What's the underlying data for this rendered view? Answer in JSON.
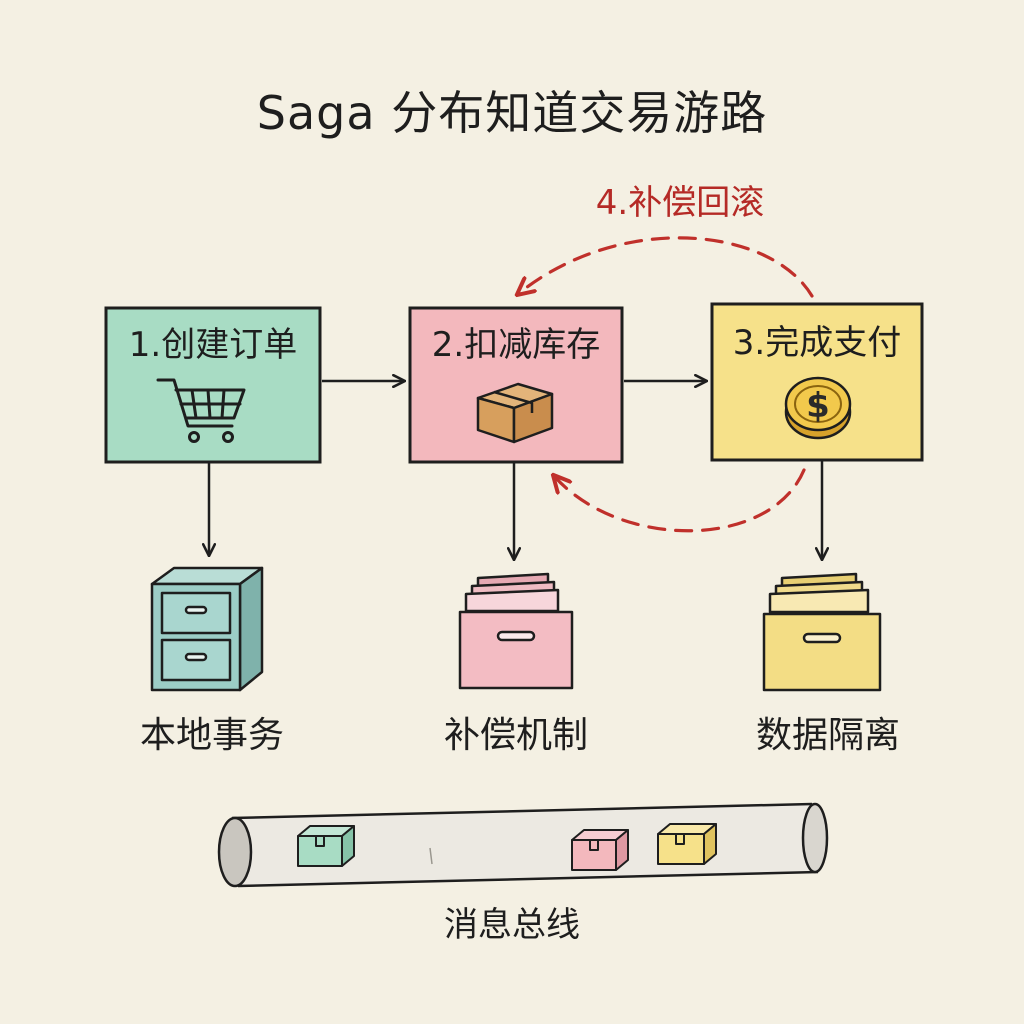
{
  "title": "Saga 分布知道交易游路",
  "rollback": {
    "label": "4.补偿回滚"
  },
  "steps": [
    {
      "label": "1.创建订单",
      "icon": "shopping-cart-icon",
      "color": "#a8dcc4"
    },
    {
      "label": "2.扣减库存",
      "icon": "cardboard-box-icon",
      "color": "#f3b8bd"
    },
    {
      "label": "3.完成支付",
      "icon": "dollar-coin-icon",
      "color": "#f6e18a"
    }
  ],
  "stores": [
    {
      "label": "本地事务",
      "icon": "file-cabinet-icon"
    },
    {
      "label": "补偿机制",
      "icon": "file-box-icon"
    },
    {
      "label": "数据隔离",
      "icon": "file-box-icon"
    }
  ],
  "bus": {
    "label": "消息总线",
    "icon": "pipe-icon"
  },
  "colors": {
    "rollback_arrow": "#c0302b",
    "ink": "#1e1e1e",
    "background": "#f4f0e3"
  }
}
